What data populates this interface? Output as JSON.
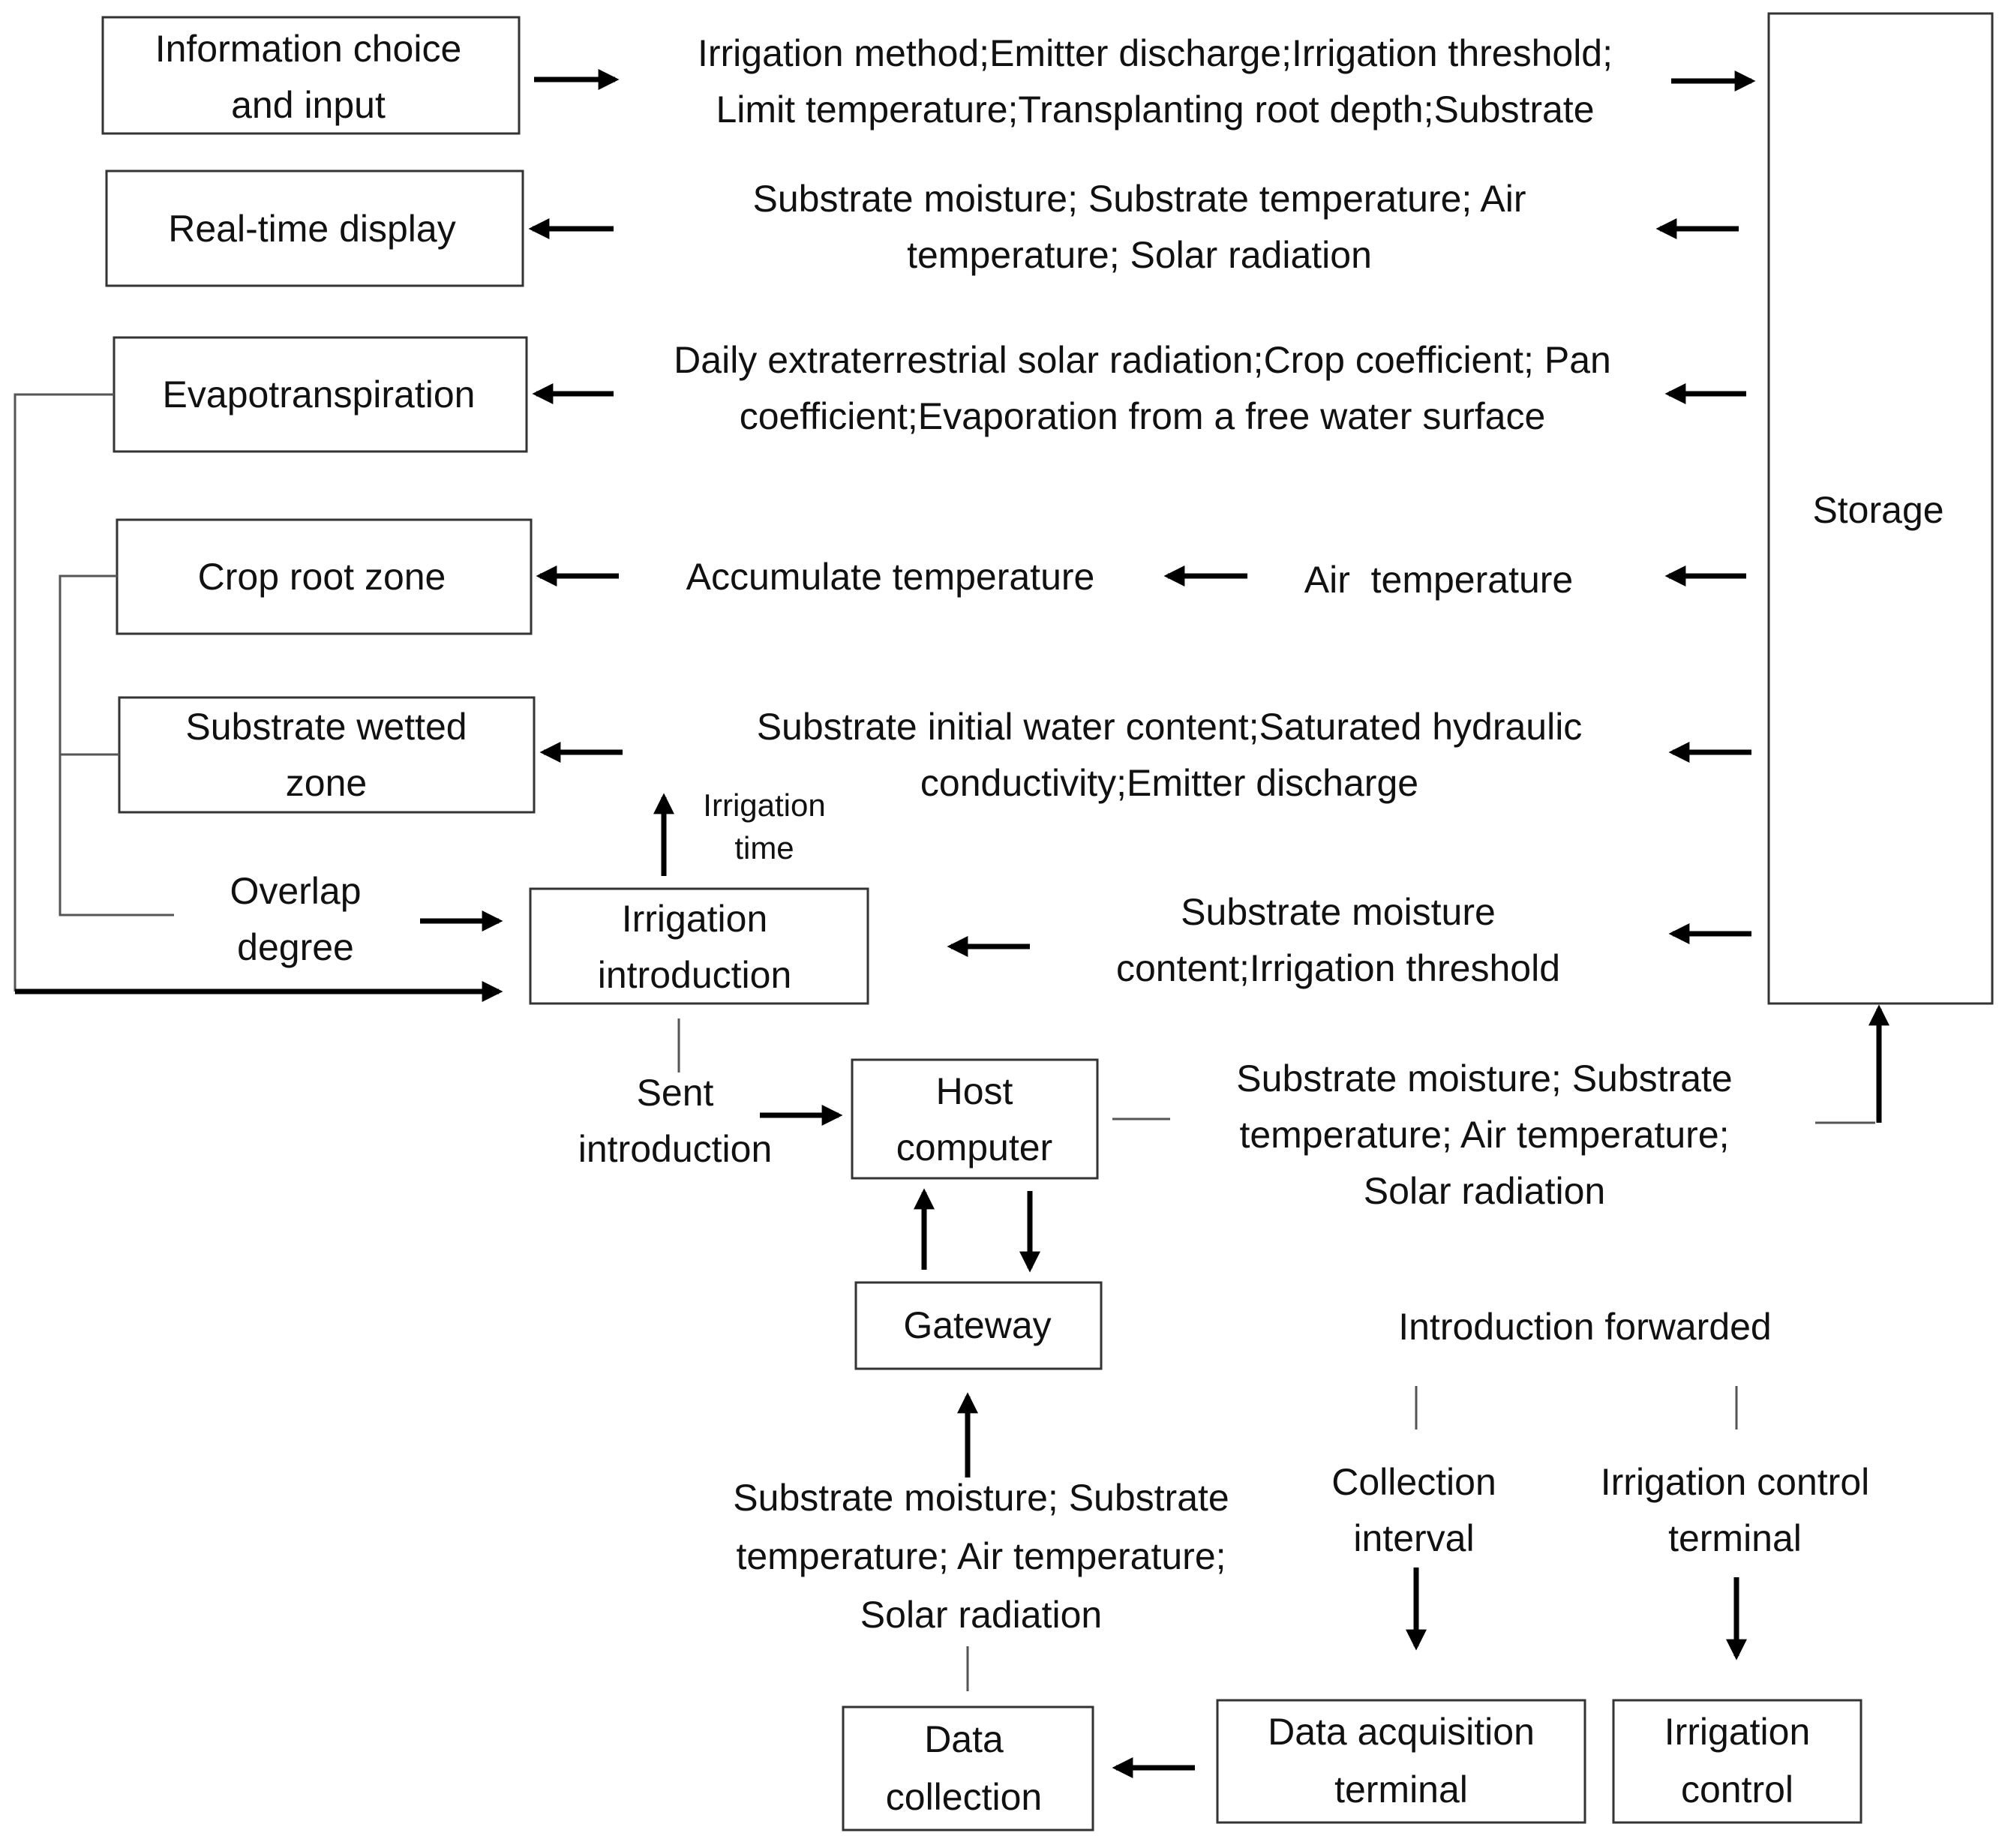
{
  "boxes": {
    "info_input": [
      "Information choice",
      "and input"
    ],
    "realtime_display": "Real-time display",
    "evapotranspiration": "Evapotranspiration",
    "crop_root_zone": "Crop root zone",
    "substrate_wetted_zone": [
      "Substrate wetted",
      "zone"
    ],
    "irrigation_introduction": [
      "Irrigation",
      "introduction"
    ],
    "host_computer": [
      "Host",
      "computer"
    ],
    "gateway": "Gateway",
    "data_collection": [
      "Data",
      "collection"
    ],
    "data_acquisition_terminal": [
      "Data acquisition",
      "terminal"
    ],
    "irrigation_control": [
      "Irrigation",
      "control"
    ],
    "storage": "Storage"
  },
  "labels": {
    "info_params": [
      "Irrigation method;Emitter discharge;Irrigation threshold;",
      "Limit temperature;Transplanting root depth;Substrate"
    ],
    "display_params": [
      "Substrate moisture; Substrate temperature; Air",
      "temperature; Solar radiation"
    ],
    "et_params": [
      "Daily extraterrestrial solar radiation;Crop coefficient; Pan",
      "coefficient;Evaporation from a free water surface"
    ],
    "accumulate_temperature": "Accumulate temperature",
    "air_temperature": "Air  temperature",
    "wetted_params": [
      "Substrate initial water content;Saturated hydraulic",
      "conductivity;Emitter discharge"
    ],
    "irrigation_time": [
      "Irrigation",
      "time"
    ],
    "overlap_degree": [
      "Overlap",
      "degree"
    ],
    "moisture_threshold": [
      "Substrate moisture",
      "content;Irrigation threshold"
    ],
    "sent_introduction": [
      "Sent",
      "introduction"
    ],
    "host_sensor_params": [
      "Substrate moisture; Substrate",
      "temperature; Air temperature;",
      "Solar radiation"
    ],
    "introduction_forwarded": "Introduction forwarded",
    "collection_interval": [
      "Collection",
      "interval"
    ],
    "irrigation_control_terminal": [
      "Irrigation control",
      "terminal"
    ],
    "gateway_sensor_params": [
      "Substrate moisture; Substrate",
      "temperature; Air temperature;",
      "Solar radiation"
    ]
  }
}
